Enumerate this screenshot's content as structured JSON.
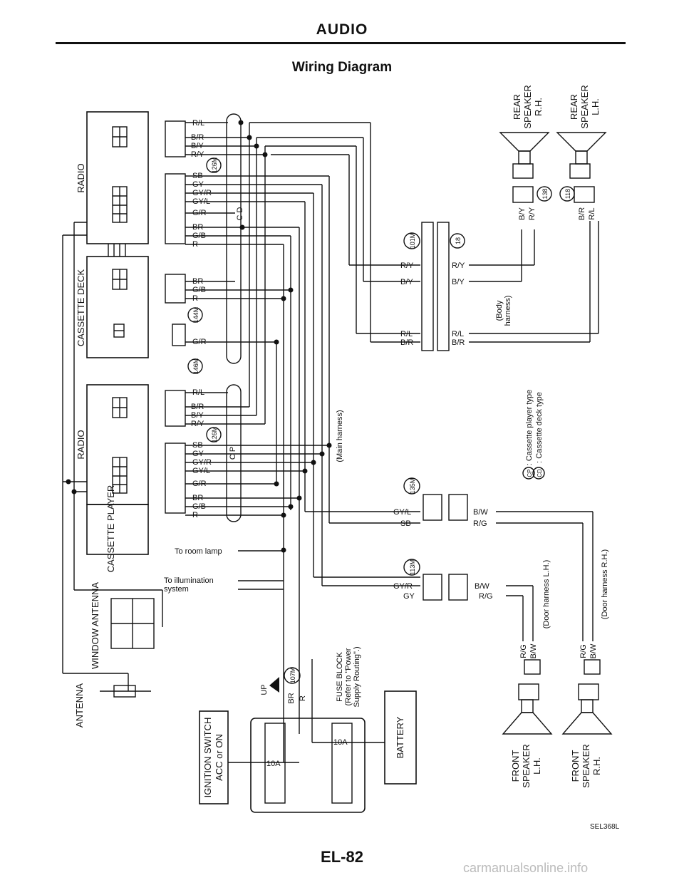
{
  "header": {
    "title": "AUDIO",
    "subtitle": "Wiring Diagram"
  },
  "components": {
    "radio_top": "RADIO",
    "cassette_deck": "CASSETTE DECK",
    "radio_bottom": "RADIO",
    "cassette_player": "CASSETTE PLAYER",
    "window_antenna": "WINDOW ANTENNA",
    "antenna": "ANTENNA",
    "ignition_switch": "IGNITION SWITCH",
    "ignition_mode": "ACC or ON",
    "fuse_block": "FUSE BLOCK",
    "fuse_ref": "(Refer to \"Power",
    "fuse_ref2": "Supply Routing\".)",
    "battery": "BATTERY",
    "rear_rh": [
      "REAR",
      "SPEAKER",
      "R.H."
    ],
    "rear_lh": [
      "REAR",
      "SPEAKER",
      "L.H."
    ],
    "front_lh": [
      "FRONT",
      "SPEAKER",
      "L.H."
    ],
    "front_rh": [
      "FRONT",
      "SPEAKER",
      "R.H."
    ],
    "room_lamp": "To room lamp",
    "illum": "To illumination",
    "illum2": "system",
    "up": "UP",
    "fuse_10a": "10A",
    "fuse_10a_2": "10A"
  },
  "harness": {
    "main": "(Main harness)",
    "body": "(Body",
    "body2": "harness)",
    "door_lh": "(Door harness L.H.)",
    "door_rh": "(Door harness R.H.)"
  },
  "legend": {
    "cp": "CP",
    "cp_desc": ": Cassette player type",
    "cd": "CD",
    "cd_desc": ": Cassette deck type"
  },
  "connectors": {
    "c126m": "126M",
    "c144m": "144M",
    "c146m": "146M",
    "c126m_b": "126M",
    "c101m": "101M",
    "c18": "18",
    "c138": "138",
    "c118": "118",
    "c135m": "135M",
    "c113m": "113M",
    "c107m": "107M"
  },
  "wires_top": [
    "R/L",
    "B/R",
    "B/Y",
    "R/Y"
  ],
  "wires_mid": [
    "SB",
    "GY",
    "GY/R",
    "GY/L",
    "G/R",
    "BR",
    "G/B",
    "R"
  ],
  "wires_deck": [
    "BR",
    "G/B",
    "R",
    "G/R"
  ],
  "wires_bot_top": [
    "R/L",
    "B/R",
    "B/Y",
    "R/Y"
  ],
  "wires_bot_mid": [
    "SB",
    "GY",
    "GY/R",
    "GY/L",
    "G/R",
    "BR",
    "G/B",
    "R"
  ],
  "wires_101m": [
    "R/Y",
    "B/Y",
    "R/L",
    "B/R"
  ],
  "wires_18": [
    "R/Y",
    "B/Y",
    "R/L",
    "B/R"
  ],
  "wires_138": [
    "B/Y",
    "R/Y"
  ],
  "wires_118": [
    "B/R",
    "R/L"
  ],
  "wires_135m": [
    "GY/L",
    "SB",
    "B/W",
    "R/G"
  ],
  "wires_113m": [
    "GY/R",
    "GY",
    "B/W",
    "R/G"
  ],
  "wires_front_lh": [
    "R/G",
    "B/W"
  ],
  "wires_front_rh": [
    "R/G",
    "B/W"
  ],
  "wires_107m": [
    "BR",
    "R"
  ],
  "bus_cd": "C D",
  "bus_cp": "C P",
  "footer": {
    "page": "EL-82",
    "code": "SEL368L",
    "watermark": "carmanualsonline.info"
  }
}
